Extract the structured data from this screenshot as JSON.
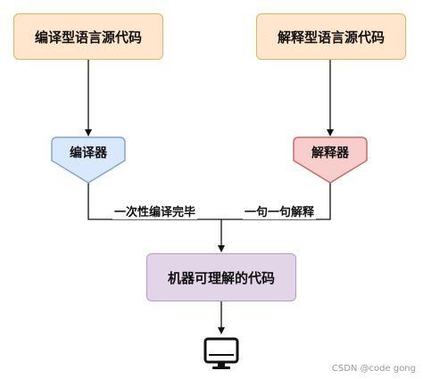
{
  "nodes": {
    "compiled_source": "编译型语言源代码",
    "interpreted_source": "解释型语言源代码",
    "compiler": "编译器",
    "interpreter": "解释器",
    "machine_code": "机器可理解的代码"
  },
  "edges": {
    "compile_once": "一次性编译完毕",
    "line_by_line": "一句一句解释"
  },
  "icons": {
    "computer": "computer-monitor-icon"
  },
  "colors": {
    "source_fill": "#ffe6cc",
    "compiler_fill": "#dae8fc",
    "interpreter_fill": "#f8cecc",
    "machine_fill": "#e1d5e7"
  },
  "watermark": "CSDN @code gong"
}
